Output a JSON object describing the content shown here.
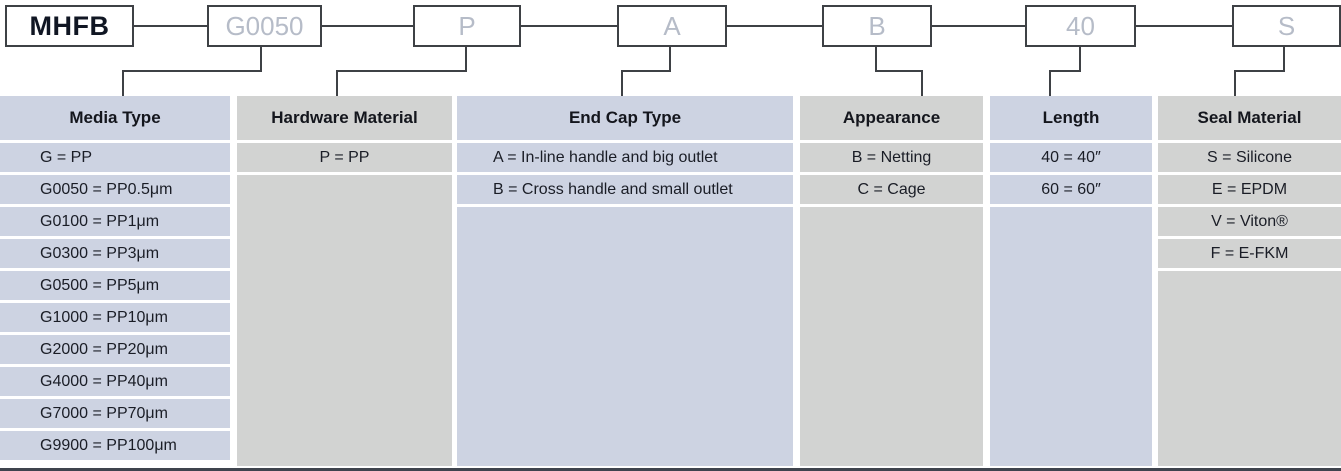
{
  "part_number": {
    "prefix": "MHFB",
    "segments": [
      {
        "code": "G0050"
      },
      {
        "code": "P"
      },
      {
        "code": "A"
      },
      {
        "code": "B"
      },
      {
        "code": "40"
      },
      {
        "code": "S"
      }
    ]
  },
  "columns": [
    {
      "header": "Media Type",
      "options": [
        "G = PP",
        "G0050 = PP0.5μm",
        "G0100 = PP1μm",
        "G0300 = PP3μm",
        "G0500 = PP5μm",
        "G1000 = PP10μm",
        "G2000 = PP20μm",
        "G4000 = PP40μm",
        "G7000 = PP70μm",
        "G9900 = PP100μm"
      ]
    },
    {
      "header": "Hardware Material",
      "options": [
        "P = PP"
      ]
    },
    {
      "header": "End Cap Type",
      "options": [
        "A = In-line handle and big outlet",
        "B = Cross handle and small outlet"
      ]
    },
    {
      "header": "Appearance",
      "options": [
        "B = Netting",
        "C = Cage"
      ]
    },
    {
      "header": "Length",
      "options": [
        "40 = 40″",
        "60 = 60″"
      ]
    },
    {
      "header": "Seal Material",
      "options": [
        "S = Silicone",
        "E = EPDM",
        "V = Viton®",
        "F = E-FKM"
      ]
    }
  ],
  "colors": {
    "column_blue": "#cdd3e2",
    "column_gray": "#d2d3d2",
    "line": "#3e4145",
    "box_code_text": "#b6bcc8",
    "cell_text": "#1a1d26"
  }
}
